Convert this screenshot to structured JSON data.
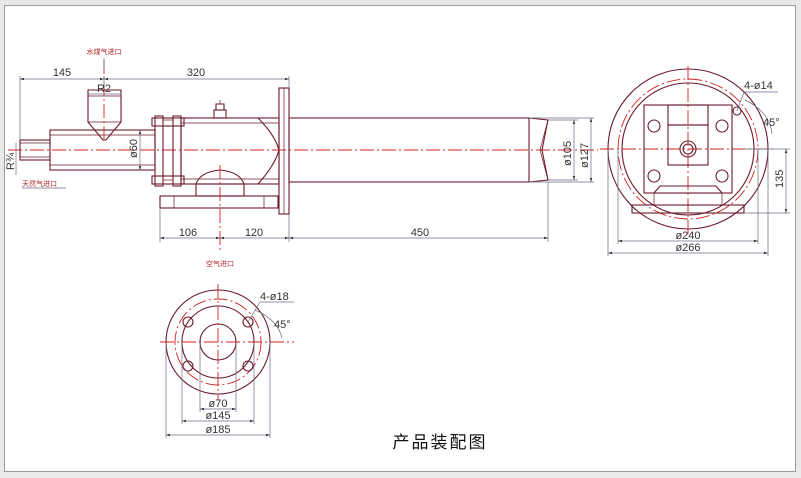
{
  "title": "产品装配图",
  "labels": {
    "water_gas_inlet": "水煤气进口",
    "natural_gas_inlet": "天然气进口",
    "air_inlet": "空气进口"
  },
  "dimensions": {
    "d145": "145",
    "d320": "320",
    "r2": "R2",
    "r34": "R¾",
    "dia60": "ø60",
    "d106": "106",
    "d120": "120",
    "d450": "450",
    "dia105": "ø105",
    "dia127": "ø127",
    "holes_right": "4-ø14",
    "angle_right": "45°",
    "d135": "135",
    "dia240": "ø240",
    "dia266": "ø266",
    "holes_bottom": "4-ø18",
    "angle_bottom": "45°",
    "dia70": "ø70",
    "dia145": "ø145",
    "dia185": "ø185"
  },
  "colors": {
    "object_line": "#6b1a2a",
    "center_line": "#d02020",
    "dimension_line": "#6b6b8a",
    "small_label": "#b22222"
  }
}
